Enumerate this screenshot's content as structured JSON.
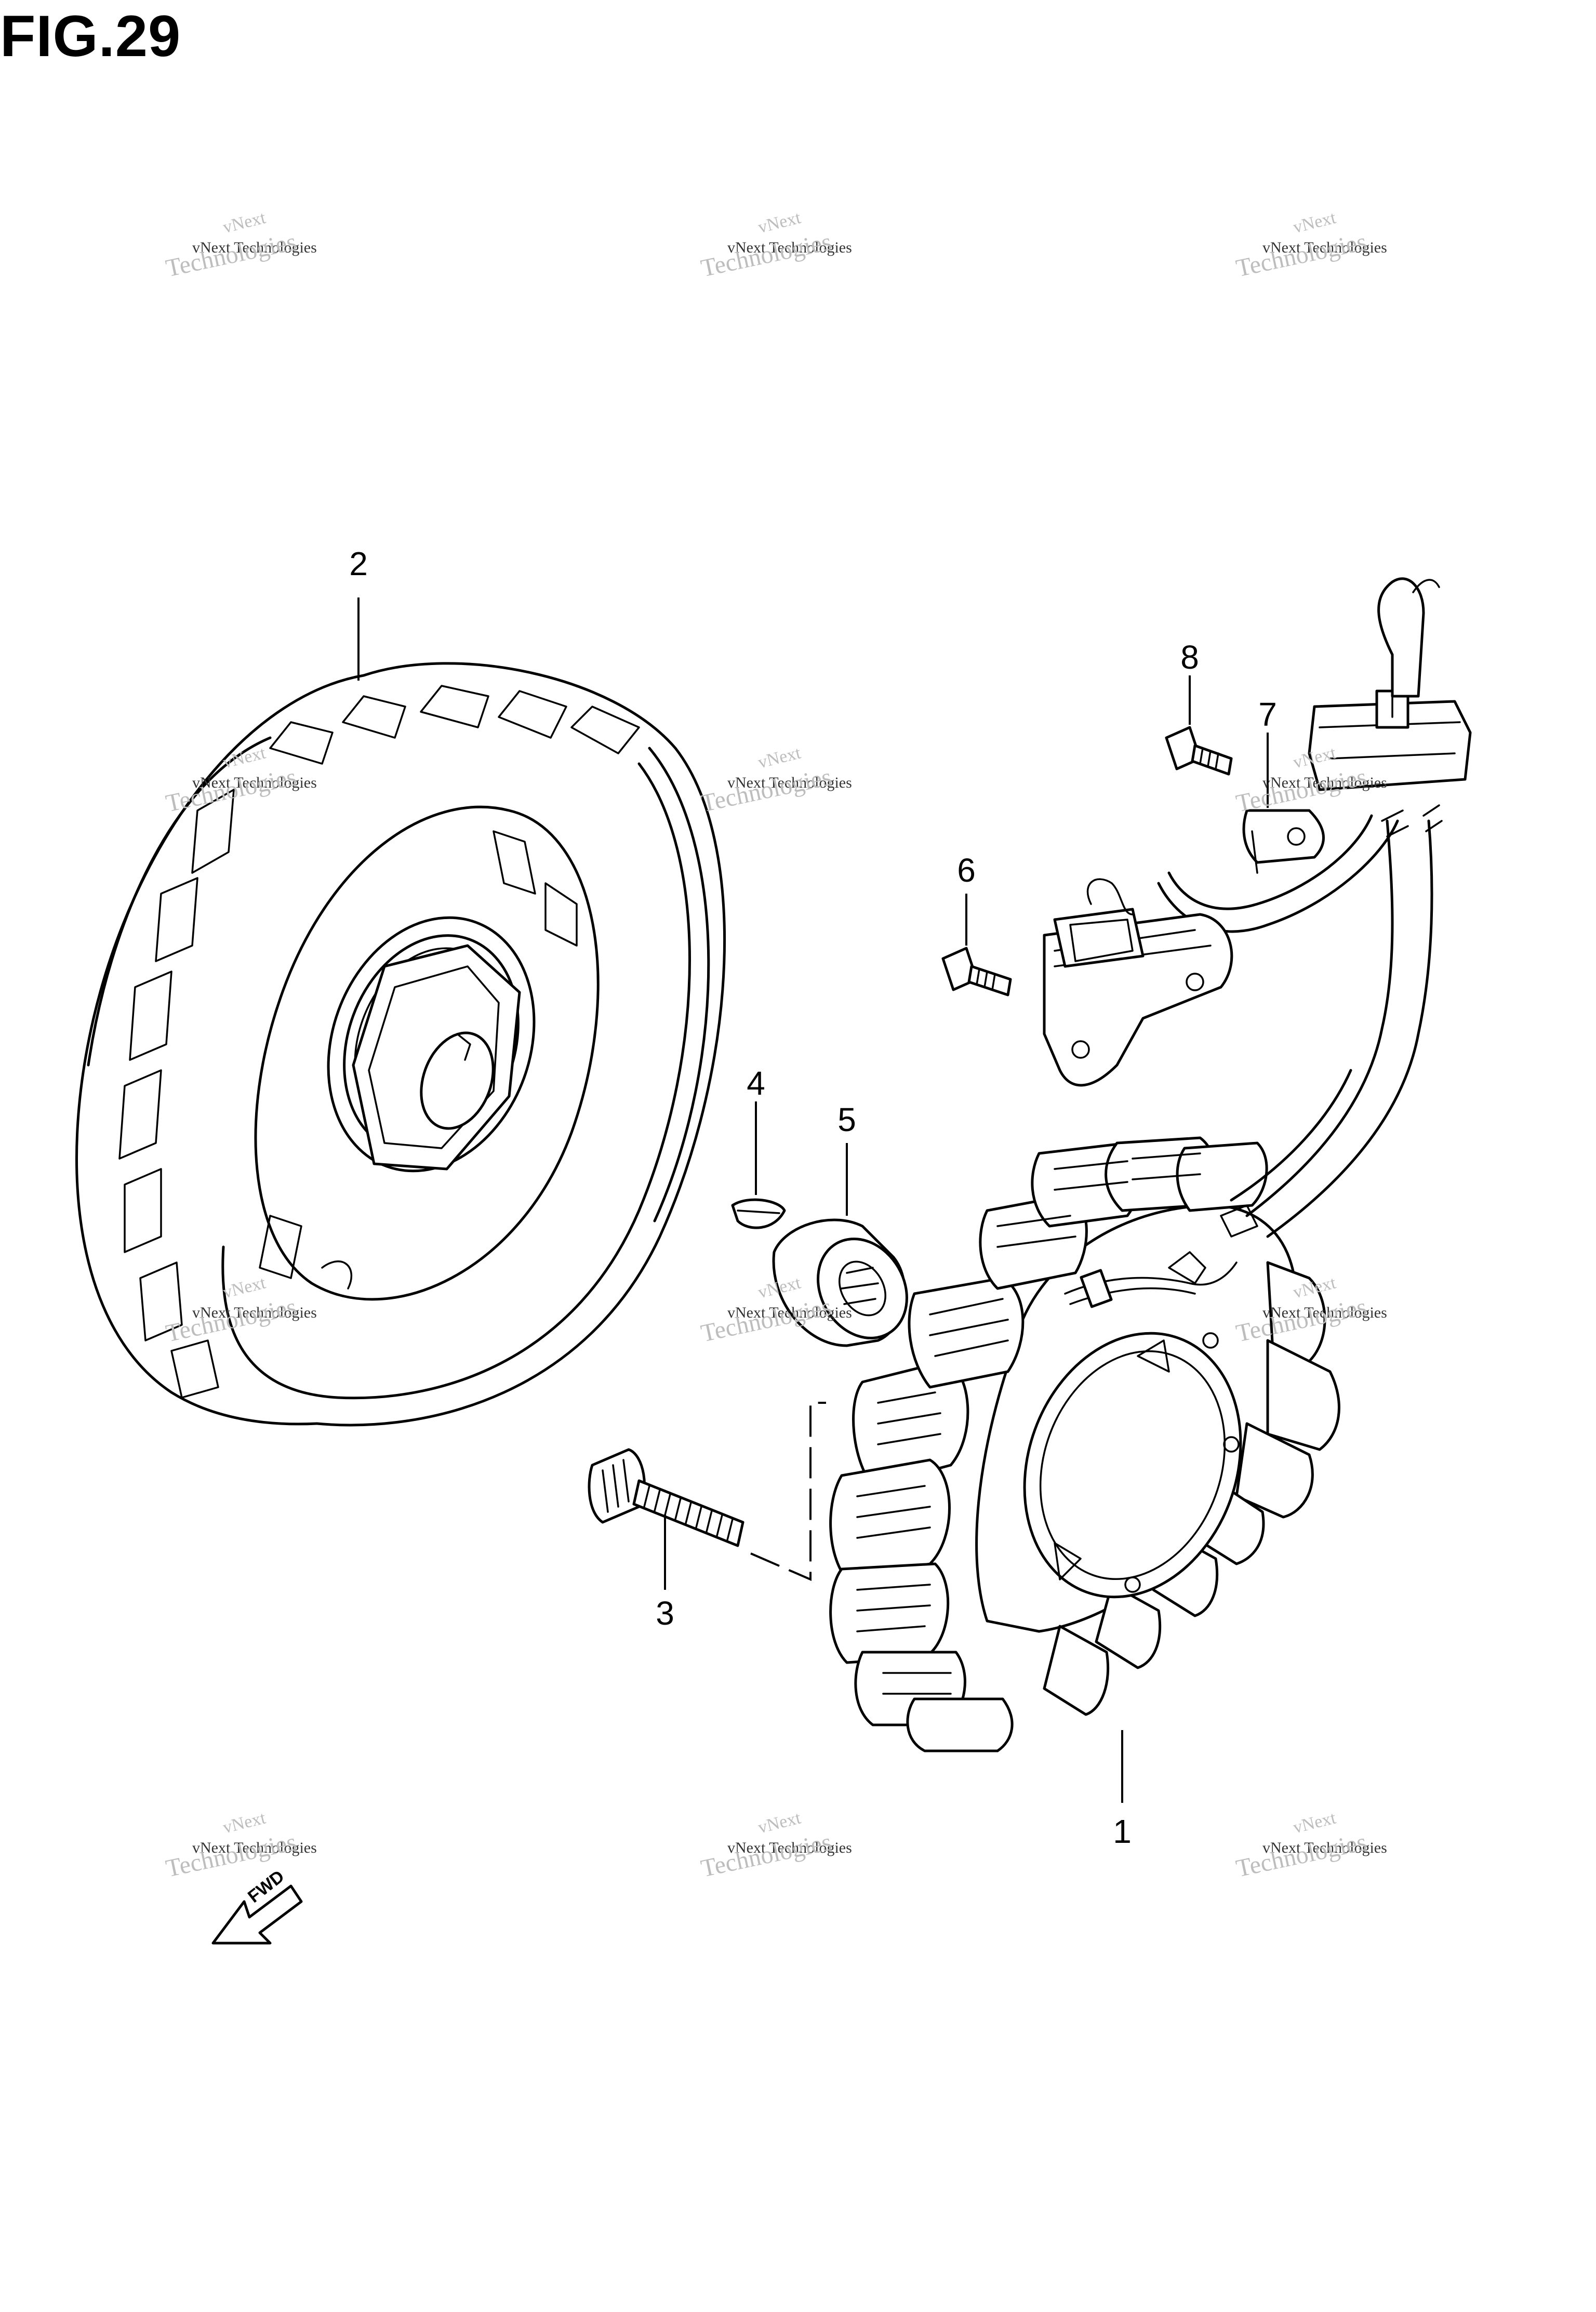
{
  "figure": {
    "title": "FIG.29"
  },
  "callouts": [
    {
      "id": "1",
      "label": "1"
    },
    {
      "id": "2",
      "label": "2"
    },
    {
      "id": "3",
      "label": "3"
    },
    {
      "id": "4",
      "label": "4"
    },
    {
      "id": "5",
      "label": "5"
    },
    {
      "id": "6",
      "label": "6"
    },
    {
      "id": "7",
      "label": "7"
    },
    {
      "id": "8",
      "label": "8"
    }
  ],
  "fwd_label": "FWD",
  "watermark": {
    "line1": "vNext",
    "line2": "vNext Technologies",
    "line3": "Technologies"
  }
}
